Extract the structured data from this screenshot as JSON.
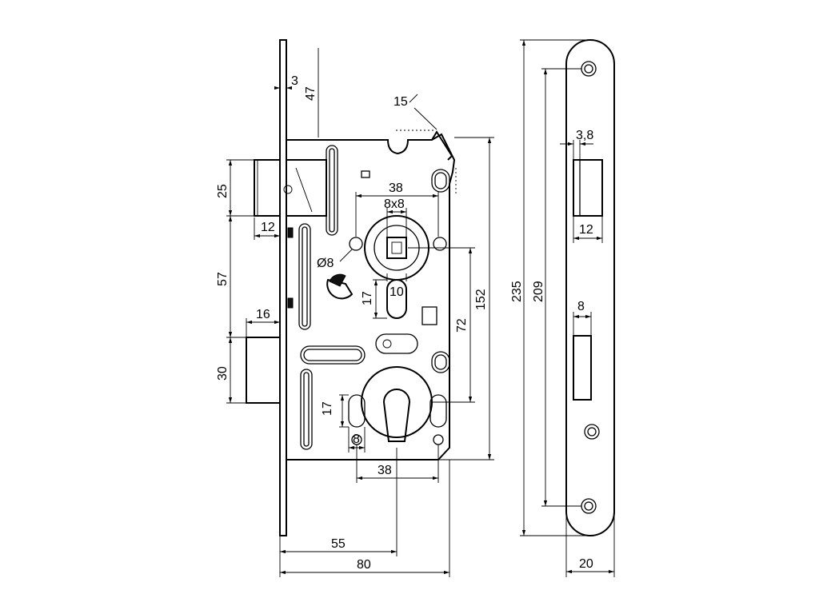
{
  "dimensions": {
    "plate_thickness": "3",
    "front_to_body": "47",
    "bevel": "15",
    "spindle_spacing": "38",
    "spindle_square": "8x8",
    "hole_diameter": "Ø8",
    "latch_height": "25",
    "latch_projection": "12",
    "latch_to_bolt": "57",
    "bolt_projection": "16",
    "bolt_height": "30",
    "slot_height": "17",
    "slot_width": "10",
    "center_distance": "72",
    "case_height": "152",
    "cyl_slot_height": "17",
    "cyl_slot_width": "8",
    "cyl_spacing": "38",
    "backset": "55",
    "case_depth": "80",
    "faceplate_length": "235",
    "screw_spacing": "209",
    "strike_offset": "3,8",
    "latch_window_width": "12",
    "bolt_window_width": "8",
    "faceplate_width": "20"
  }
}
